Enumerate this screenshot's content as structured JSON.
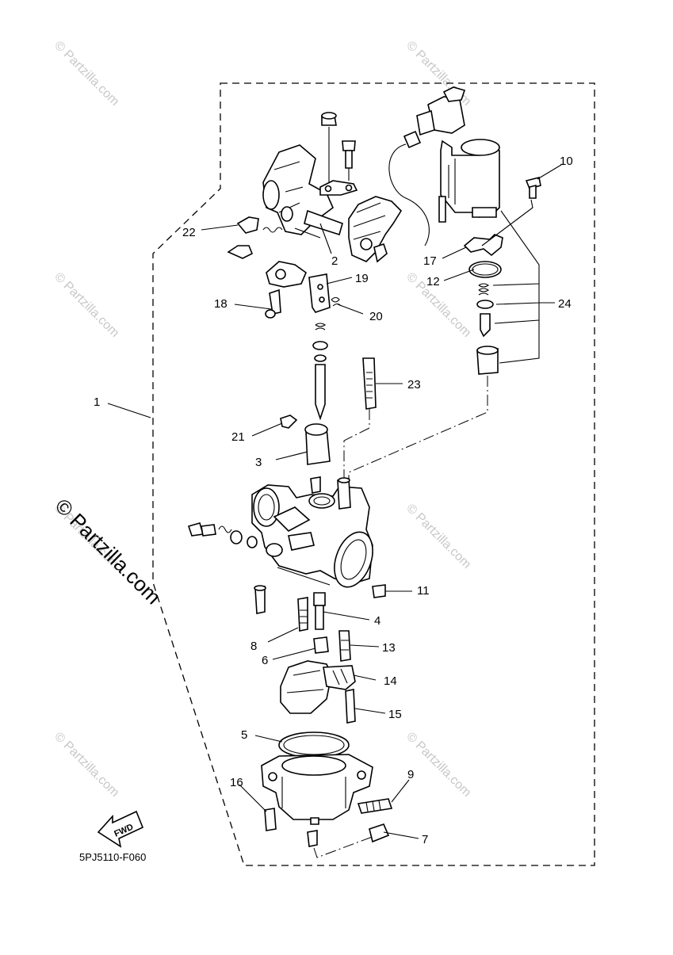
{
  "diagram": {
    "code": "5PJ5110-F060",
    "fwd_label": "FWD",
    "watermark_side": "© Partzilla.com",
    "watermark_tile": "© Partzilla.com",
    "callouts": [
      {
        "id": "c1",
        "label": "1"
      },
      {
        "id": "c2",
        "label": "2"
      },
      {
        "id": "c3",
        "label": "3"
      },
      {
        "id": "c4",
        "label": "4"
      },
      {
        "id": "c5",
        "label": "5"
      },
      {
        "id": "c6",
        "label": "6"
      },
      {
        "id": "c7",
        "label": "7"
      },
      {
        "id": "c8",
        "label": "8"
      },
      {
        "id": "c9",
        "label": "9"
      },
      {
        "id": "c10",
        "label": "10"
      },
      {
        "id": "c11",
        "label": "11"
      },
      {
        "id": "c12",
        "label": "12"
      },
      {
        "id": "c13",
        "label": "13"
      },
      {
        "id": "c14",
        "label": "14"
      },
      {
        "id": "c15",
        "label": "15"
      },
      {
        "id": "c16",
        "label": "16"
      },
      {
        "id": "c17",
        "label": "17"
      },
      {
        "id": "c18",
        "label": "18"
      },
      {
        "id": "c19",
        "label": "19"
      },
      {
        "id": "c20",
        "label": "20"
      },
      {
        "id": "c21",
        "label": "21"
      },
      {
        "id": "c22",
        "label": "22"
      },
      {
        "id": "c23",
        "label": "23"
      },
      {
        "id": "c24",
        "label": "24"
      }
    ]
  }
}
